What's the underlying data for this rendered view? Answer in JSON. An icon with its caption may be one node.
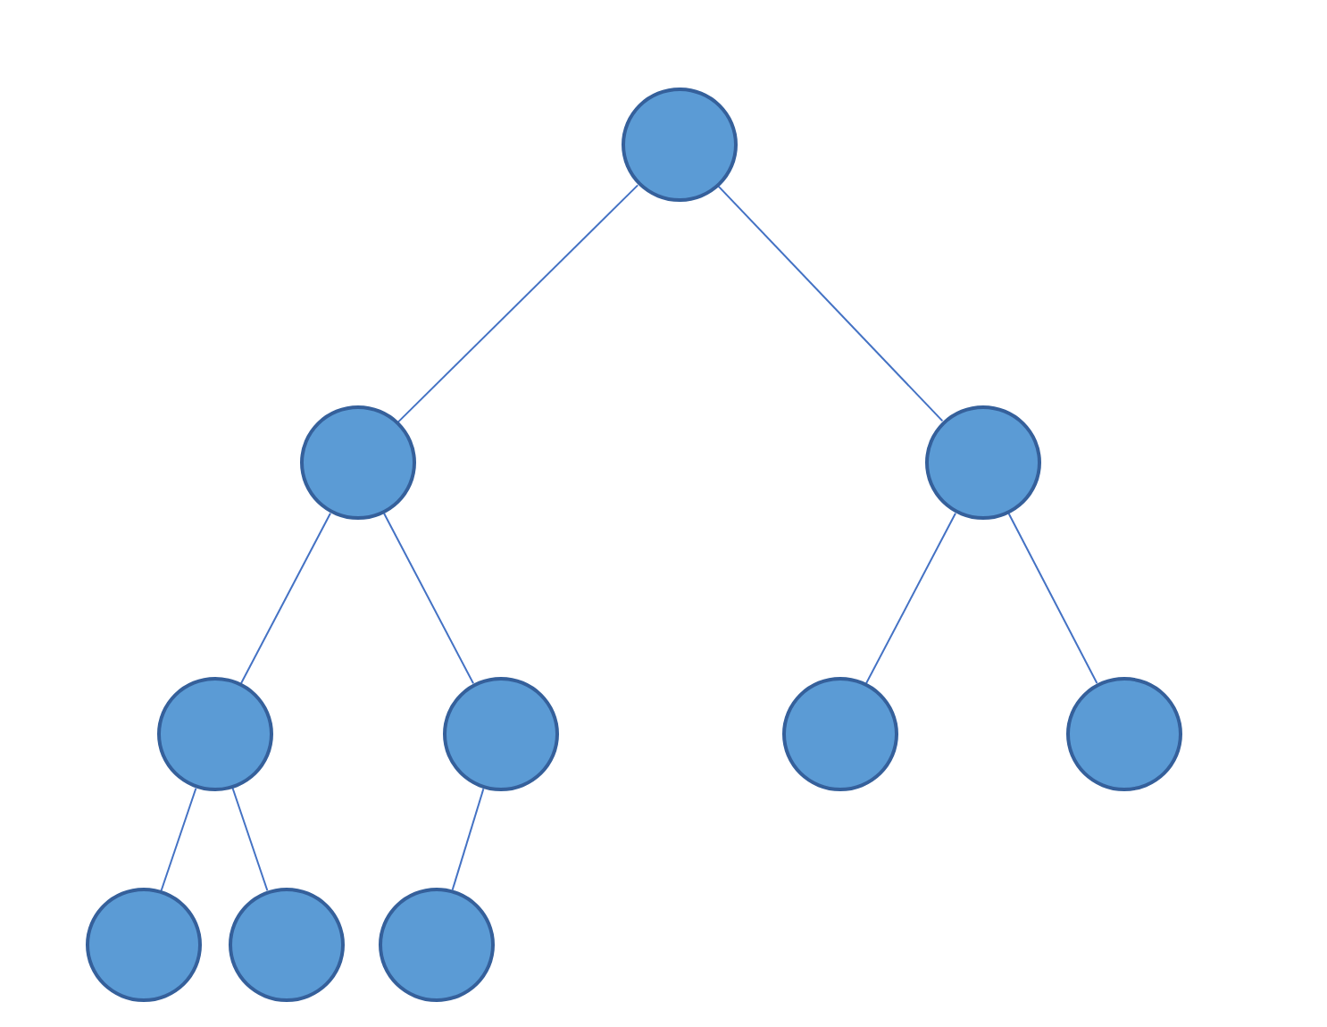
{
  "diagram": {
    "nodes": [
      {
        "text": [],
        "shape": "circle"
      },
      {
        "text": [],
        "shape": "circle"
      },
      {
        "text": [],
        "shape": "circle"
      },
      {
        "text": [],
        "shape": "circle"
      },
      {
        "text": [],
        "shape": "circle"
      },
      {
        "text": [],
        "shape": "circle"
      },
      {
        "text": [],
        "shape": "circle"
      },
      {
        "text": [],
        "shape": "circle"
      },
      {
        "text": [],
        "shape": "circle"
      },
      {
        "text": [],
        "shape": "circle"
      }
    ],
    "edges": [
      {
        "from": 0,
        "to": 1,
        "arrow": "none"
      },
      {
        "from": 0,
        "to": 2,
        "arrow": "none"
      },
      {
        "from": 1,
        "to": 3,
        "arrow": "none"
      },
      {
        "from": 1,
        "to": 4,
        "arrow": "none"
      },
      {
        "from": 2,
        "to": 5,
        "arrow": "none"
      },
      {
        "from": 2,
        "to": 6,
        "arrow": "none"
      },
      {
        "from": 3,
        "to": 7,
        "arrow": "none"
      },
      {
        "from": 3,
        "to": 8,
        "arrow": "none"
      },
      {
        "from": 4,
        "to": 9,
        "arrow": "none"
      }
    ]
  }
}
